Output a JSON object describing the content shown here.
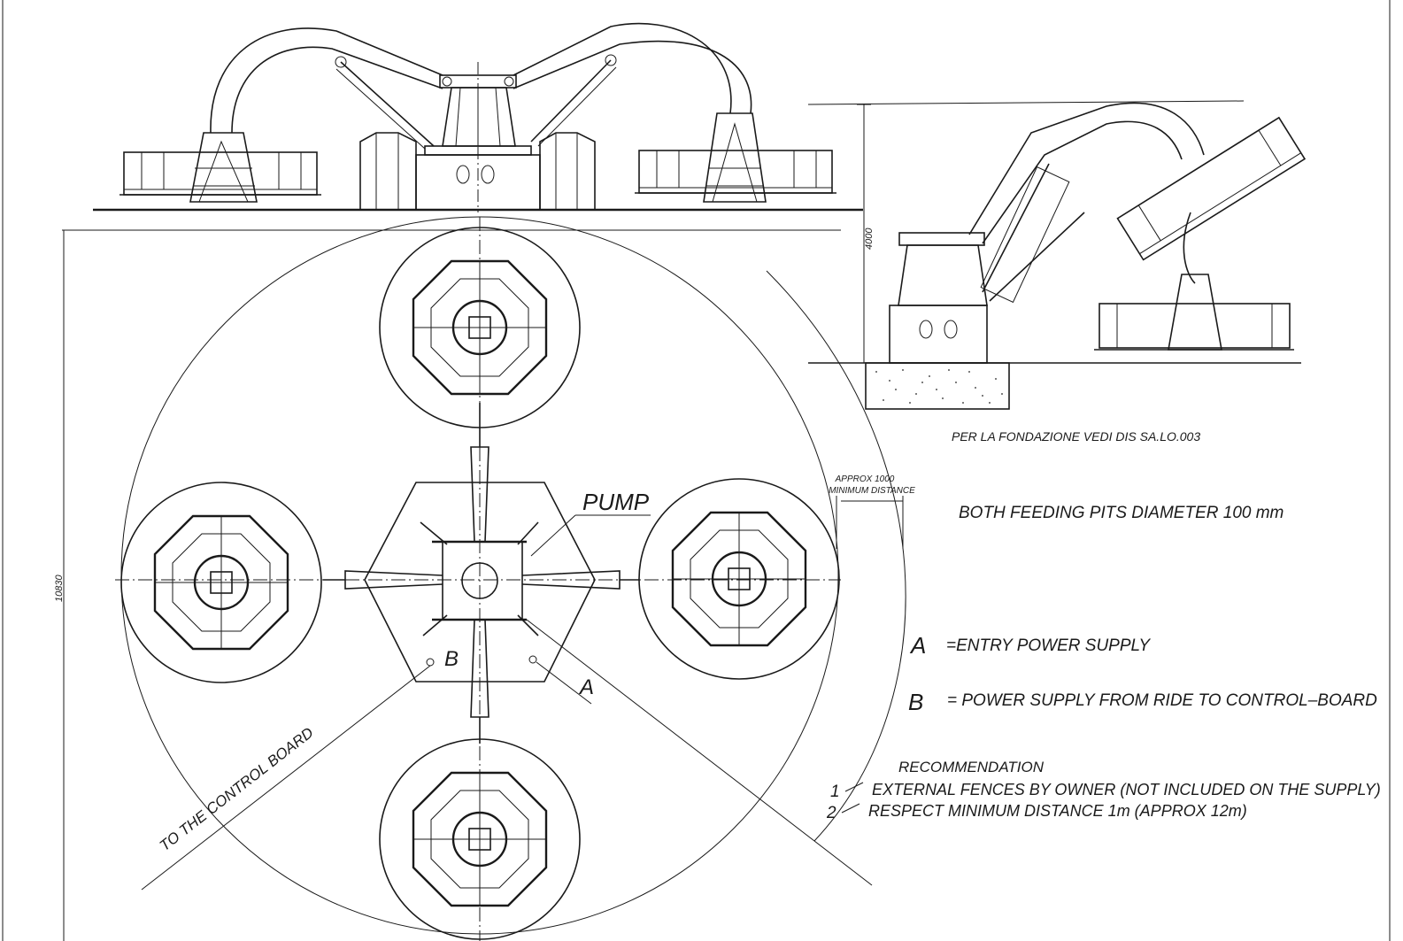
{
  "labels": {
    "pump": "PUMP",
    "approx_line1": "APPROX 1000",
    "approx_line2": "MINIMUM DISTANCE",
    "foundation_note": "PER LA FONDAZIONE VEDI DIS SA.LO.003",
    "feeding_pits": "BOTH FEEDING PITS DIAMETER 100 mm",
    "control_board": "TO THE CONTROL BOARD",
    "point_a": "A",
    "point_b": "B",
    "dim_height": "4000",
    "dim_diameter": "10830"
  },
  "legend": [
    {
      "key": "A",
      "text": "=ENTRY POWER SUPPLY"
    },
    {
      "key": "B",
      "text": "= POWER SUPPLY FROM RIDE TO CONTROL–BOARD"
    }
  ],
  "recommendation": {
    "title": "RECOMMENDATION",
    "items": [
      {
        "num": "1",
        "text": "EXTERNAL FENCES BY OWNER (NOT INCLUDED ON THE SUPPLY)"
      },
      {
        "num": "2",
        "text": "RESPECT MINIMUM DISTANCE 1m (APPROX 12m)"
      }
    ]
  },
  "colors": {
    "ink": "#1a1a1a",
    "paper": "#ffffff"
  }
}
